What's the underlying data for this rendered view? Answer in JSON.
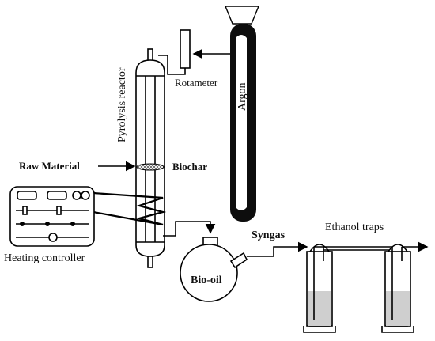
{
  "labels": {
    "argon": "Argon",
    "rotameter": "Rotameter",
    "reactor": "Pyrolysis reactor",
    "raw_material": "Raw Material",
    "biochar": "Biochar",
    "heating_controller": "Heating controller",
    "bio_oil": "Bio-oil",
    "syngas": "Syngas",
    "ethanol_traps": "Ethanol traps"
  },
  "colors": {
    "cylinder": "#0d0d0d",
    "liquid": "#cfcfcf",
    "biochar_fill": "#bdbdbd"
  }
}
